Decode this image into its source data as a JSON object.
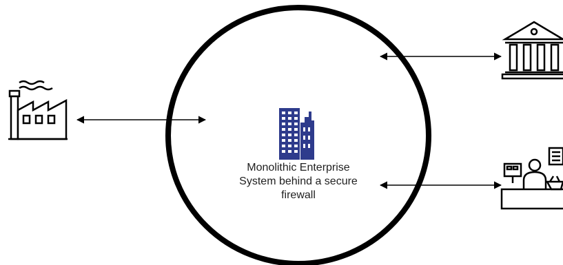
{
  "center": {
    "label_lines": [
      "Monolithic Enterprise",
      "System behind a secure",
      "firewall"
    ],
    "icon": "office-buildings-icon",
    "icon_color": "#2e3b8c"
  },
  "nodes": [
    {
      "name": "factory",
      "icon": "factory-icon"
    },
    {
      "name": "bank",
      "icon": "bank-icon"
    },
    {
      "name": "retail",
      "icon": "cashier-checkout-icon"
    }
  ],
  "colors": {
    "outline": "#000000",
    "background": "#ffffff",
    "text": "#1f1f1f",
    "building_blue": "#2e3b8c"
  }
}
